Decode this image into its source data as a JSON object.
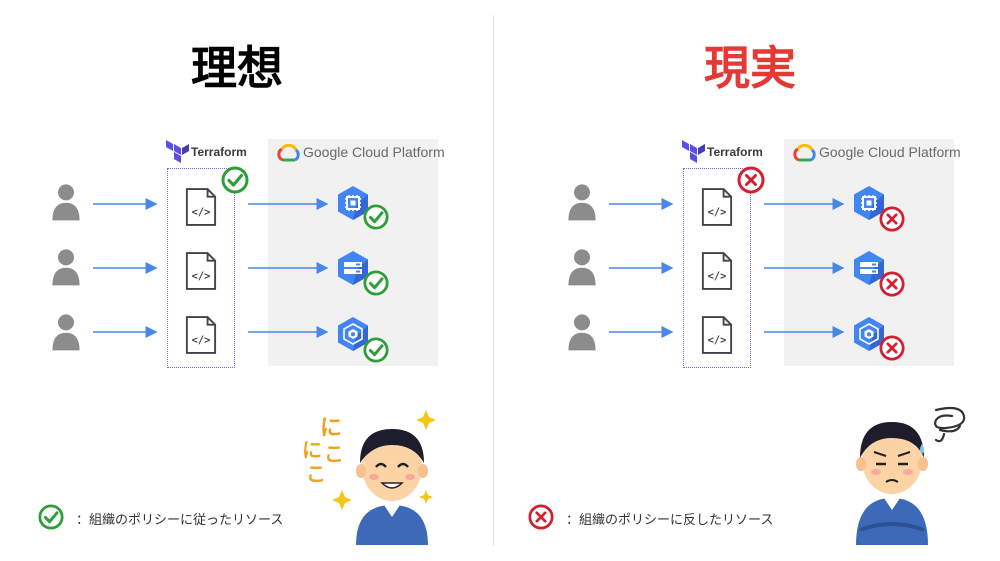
{
  "left": {
    "title": "理想",
    "title_color": "#111111",
    "terraform_label": "Terraform",
    "gcp_label": "Google Cloud Platform",
    "status": "ok",
    "legend_text": "：組織のポリシーに従ったリソース"
  },
  "right": {
    "title": "現実",
    "title_color": "#e53935",
    "terraform_label": "Terraform",
    "gcp_label": "Google Cloud Platform",
    "status": "ng",
    "legend_text": "：組織のポリシーに反したリソース"
  },
  "colors": {
    "ok": "#2e9e3a",
    "ng": "#d3202f",
    "arrow": "#4a86e8",
    "gcp_hex": "#4285f4",
    "user_gray": "#8c8c8c"
  },
  "icons": {
    "users": [
      "user-icon",
      "user-icon",
      "user-icon"
    ],
    "code_files": [
      "code-file-icon",
      "code-file-icon",
      "code-file-icon"
    ],
    "gcp_resources": [
      "compute-engine-icon",
      "cloud-storage-icon",
      "kubernetes-engine-icon"
    ],
    "terraform_logo": "terraform-logo",
    "gcp_logo": "gcp-logo",
    "happy_person": "smiling-person-illustration",
    "troubled_person": "troubled-person-illustration"
  }
}
